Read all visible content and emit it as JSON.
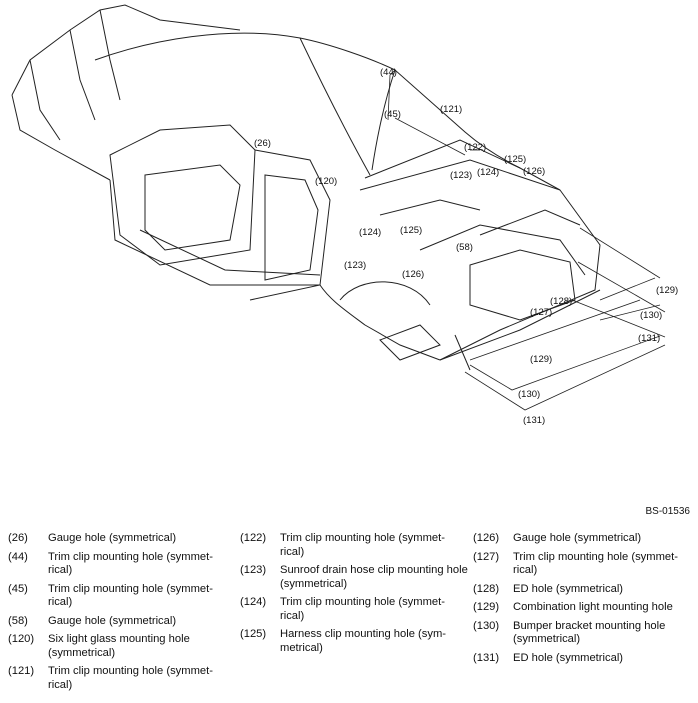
{
  "figure_code": "BS-01536",
  "callouts": [
    "(26)",
    "(44)",
    "(45)",
    "(58)",
    "(120)",
    "(121)",
    "(122)",
    "(123)",
    "(123)",
    "(124)",
    "(124)",
    "(125)",
    "(125)",
    "(126)",
    "(126)",
    "(127)",
    "(128)",
    "(129)",
    "(129)",
    "(130)",
    "(130)",
    "(131)",
    "(131)"
  ],
  "legend": {
    "col1": [
      {
        "num": "(26)",
        "text": "Gauge hole (symmetrical)"
      },
      {
        "num": "(44)",
        "text": "Trim clip mounting hole (symmet-rical)"
      },
      {
        "num": "(45)",
        "text": "Trim clip mounting hole (symmet-rical)"
      },
      {
        "num": "(58)",
        "text": "Gauge hole (symmetrical)"
      },
      {
        "num": "(120)",
        "text": "Six light glass mounting hole (symmetrical)"
      },
      {
        "num": "(121)",
        "text": "Trim clip mounting hole (symmet-rical)"
      }
    ],
    "col2": [
      {
        "num": "(122)",
        "text": "Trim clip mounting hole (symmet-rical)"
      },
      {
        "num": "(123)",
        "text": "Sunroof drain hose clip mounting hole (symmetrical)"
      },
      {
        "num": "(124)",
        "text": "Trim clip mounting hole (symmet-rical)"
      },
      {
        "num": "(125)",
        "text": "Harness clip mounting hole (sym-metrical)"
      }
    ],
    "col3": [
      {
        "num": "(126)",
        "text": "Gauge hole (symmetrical)"
      },
      {
        "num": "(127)",
        "text": "Trim clip mounting hole (symmet-rical)"
      },
      {
        "num": "(128)",
        "text": "ED hole (symmetrical)"
      },
      {
        "num": "(129)",
        "text": "Combination light mounting hole"
      },
      {
        "num": "(130)",
        "text": "Bumper bracket mounting hole (symmetrical)"
      },
      {
        "num": "(131)",
        "text": "ED hole (symmetrical)"
      }
    ]
  }
}
